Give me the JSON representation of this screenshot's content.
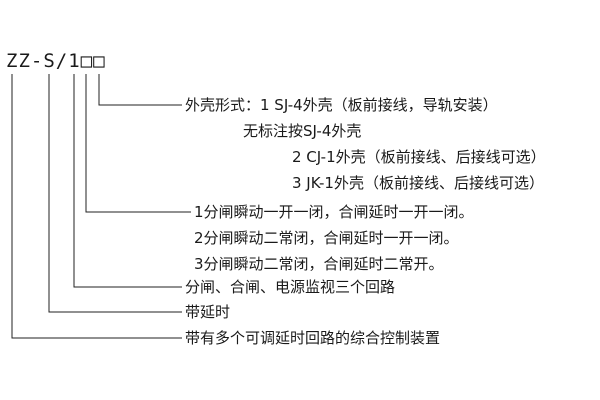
{
  "model": {
    "code": "ZZ-S/1□□"
  },
  "annotations": {
    "shell_type": {
      "lines": [
        "外壳形式：1  SJ-4外壳（板前接线，导轨安装）",
        "无标注按SJ-4外壳",
        "2  CJ-1外壳（板前接线、后接线可选）",
        "3  JK-1外壳（板前接线、后接线可选）"
      ]
    },
    "contact_config": {
      "lines": [
        "1分闸瞬动一开一闭，合闸延时一开一闭。",
        "2分闸瞬动二常闭，合闸延时一开一闭。",
        "3分闸瞬动二常闭，合闸延时二常开。"
      ]
    },
    "monitor_circuits": "分闸、合闸、电源监视三个回路",
    "with_delay": "带延时",
    "device_description": "带有多个可调延时回路的综合控制装置"
  }
}
